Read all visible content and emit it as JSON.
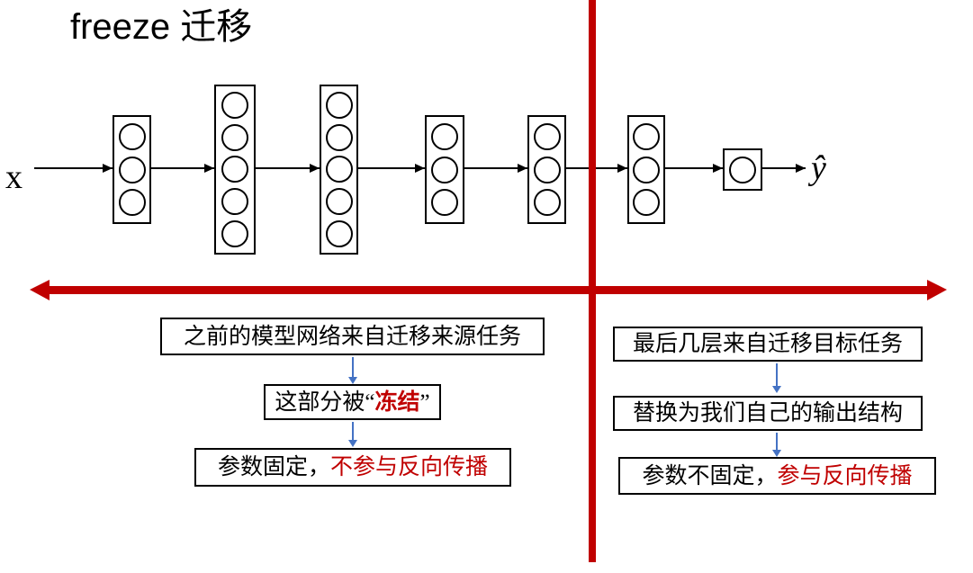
{
  "title": "freeze 迁移",
  "colors": {
    "red": "#C00000",
    "blue": "#4472C4"
  },
  "network": {
    "input_label": "x",
    "output_label": "ŷ",
    "layers": [
      {
        "name": "hidden-layer-1",
        "neurons": 3
      },
      {
        "name": "hidden-layer-2",
        "neurons": 5
      },
      {
        "name": "hidden-layer-3",
        "neurons": 5
      },
      {
        "name": "hidden-layer-4",
        "neurons": 3
      },
      {
        "name": "hidden-layer-5",
        "neurons": 3
      },
      {
        "name": "hidden-layer-6",
        "neurons": 3
      },
      {
        "name": "output-layer",
        "neurons": 1
      }
    ]
  },
  "flow_left": {
    "box1": "之前的模型网络来自迁移来源任务",
    "box2": {
      "prefix": "这部分被“",
      "highlight": "冻结",
      "suffix": "”"
    },
    "box3": {
      "prefix": "参数固定，",
      "highlight": "不参与反向传播"
    }
  },
  "flow_right": {
    "box1": "最后几层来自迁移目标任务",
    "box2": "替换为我们自己的输出结构",
    "box3": {
      "prefix": "参数不固定，",
      "highlight": "参与反向传播"
    }
  }
}
